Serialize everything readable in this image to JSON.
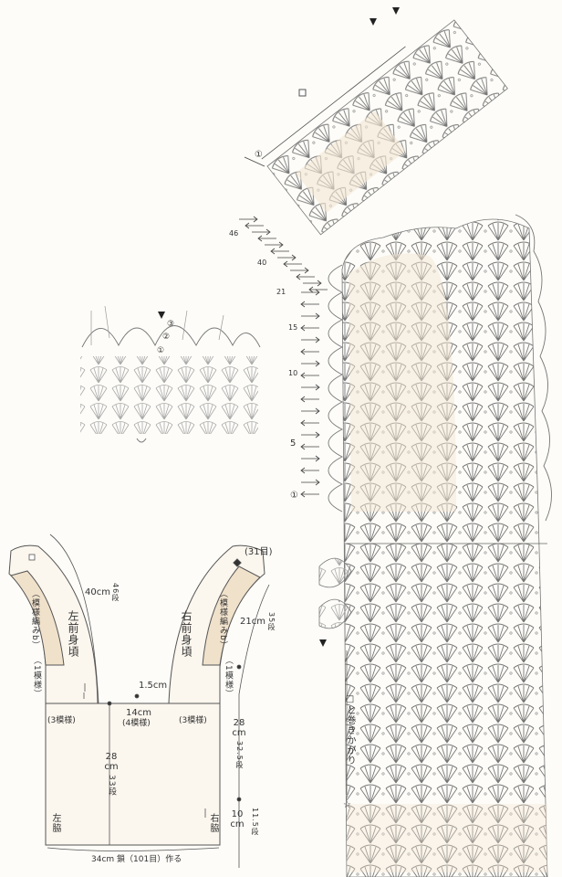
{
  "colors": {
    "paper": "#fdfcf8",
    "line": "#555555",
    "fill": "#f3e6d2",
    "chart": "#777777"
  },
  "chart": {
    "row_labels": [
      "①",
      "46",
      "40",
      "21",
      "15",
      "10",
      "5",
      "①"
    ],
    "sample_rows": [
      "①",
      "②",
      "③"
    ],
    "whipstitch_note": "□と巻きかがり",
    "star_mark": "☆"
  },
  "schematic": {
    "left_front": "左前身頃",
    "right_front": "右前身頃",
    "pattern_b_left": "（模様編みb）",
    "pattern_b_right": "（模様編みb）",
    "strap_length": "40cm",
    "strap_rows": "46段",
    "strap_stitches": "(31目)",
    "one_repeat_left": "（1模様）",
    "one_repeat_right": "（1模様）",
    "three_repeat_left": "(3模様)",
    "three_repeat_right": "(3模様)",
    "center_offset": "1.5cm",
    "neck_width": "14cm",
    "neck_repeats": "(4模様)",
    "body_height": "28 cm",
    "body_rows": "33段",
    "left_side": "左脇",
    "right_side": "右脇",
    "base": "34cm 鎖（101目）作る",
    "right_upper": "21cm",
    "right_upper_rows": "35段",
    "right_mid": "28 cm",
    "right_mid_rows": "32.5段",
    "right_low": "10 cm",
    "right_low_rows": "11.5段"
  }
}
